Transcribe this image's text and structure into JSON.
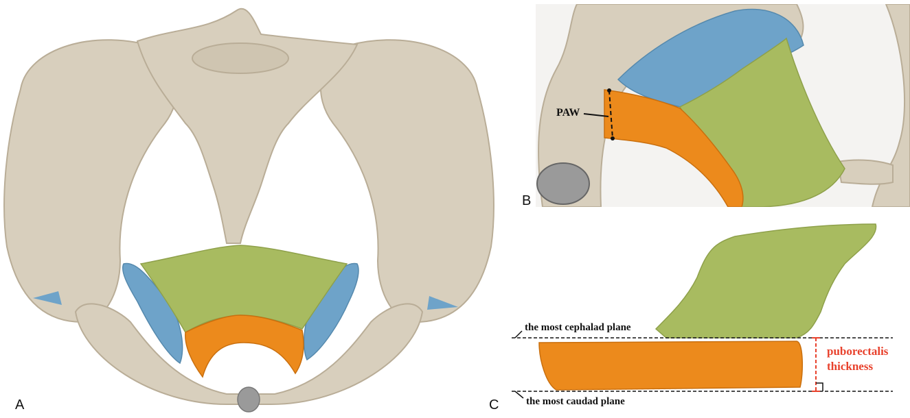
{
  "figure": {
    "panels": [
      {
        "id": "A",
        "label": "A"
      },
      {
        "id": "B",
        "label": "B",
        "annotation": "PAW"
      },
      {
        "id": "C",
        "label": "C",
        "top_plane_label": "the most cephalad plane",
        "bottom_plane_label": "the most caudad plane",
        "measure_label_line1": "puborectalis",
        "measure_label_line2": "thickness"
      }
    ]
  },
  "colors": {
    "bone": "#d8cfbd",
    "bone_shadow": "#b9ad97",
    "iliococcygeus_blue": "#6ea3c9",
    "pubococcygeus_green": "#a8bb60",
    "puborectalis_orange": "#ec8a1c",
    "measure_red": "#e8412c",
    "pubic_node_gray": "#9a9a9a"
  }
}
